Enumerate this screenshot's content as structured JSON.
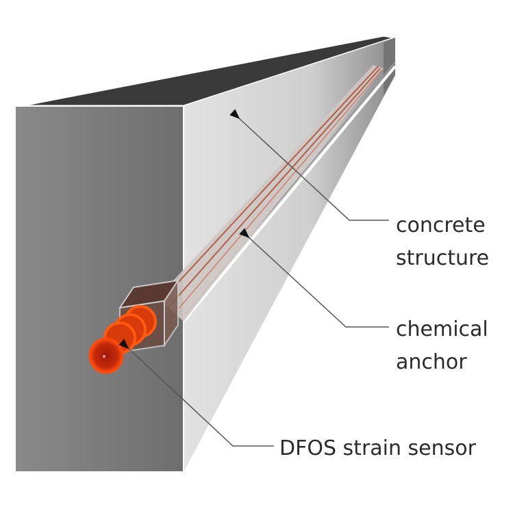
{
  "labels": {
    "concrete_line1": "concrete",
    "concrete_line2": "structure",
    "anchor_line1": "chemical",
    "anchor_line2": "anchor",
    "sensor": "DFOS strain sensor"
  },
  "colors": {
    "front_face": "#7a7a7a",
    "top_face": "#3a3a3a",
    "side_face": "#d8d8d8",
    "sensor": "#ff4a0a",
    "fiber": "#b0604a"
  }
}
